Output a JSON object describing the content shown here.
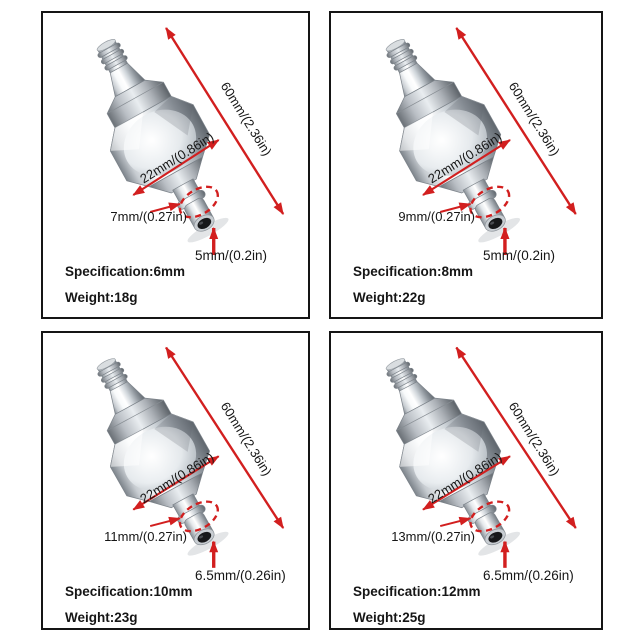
{
  "colors": {
    "background": "#ffffff",
    "panel_border": "#151515",
    "arrow_red": "#d21f1f",
    "text": "#161616"
  },
  "panels": [
    {
      "name": "top-left",
      "length_label": "60mm/(2.36in)",
      "hex_width_label": "22mm/(0.86in)",
      "barb_base_label": "7mm/(0.27in)",
      "tip_bore_label": "5mm/(0.2in)",
      "specification": "Specification:6mm",
      "weight": "Weight:18g"
    },
    {
      "name": "top-right",
      "length_label": "60mm/(2.36in)",
      "hex_width_label": "22mm/(0.86in)",
      "barb_base_label": "9mm/(0.27in)",
      "tip_bore_label": "5mm/(0.2in)",
      "specification": "Specification:8mm",
      "weight": "Weight:22g"
    },
    {
      "name": "bottom-left",
      "length_label": "60mm/(2.36in)",
      "hex_width_label": "22mm/(0.86in)",
      "barb_base_label": "11mm/(0.27in)",
      "tip_bore_label": "6.5mm/(0.26in)",
      "specification": "Specification:10mm",
      "weight": "Weight:23g"
    },
    {
      "name": "bottom-right",
      "length_label": "60mm/(2.36in)",
      "hex_width_label": "22mm/(0.86in)",
      "barb_base_label": "13mm/(0.27in)",
      "tip_bore_label": "6.5mm/(0.26in)",
      "specification": "Specification:12mm",
      "weight": "Weight:25g"
    }
  ]
}
